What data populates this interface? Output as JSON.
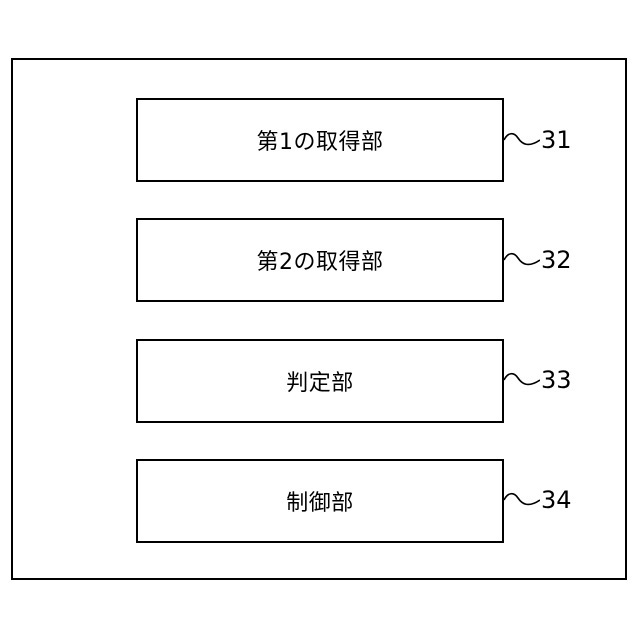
{
  "blocks": [
    {
      "label": "第1の取得部",
      "ref": "31"
    },
    {
      "label": "第2の取得部",
      "ref": "32"
    },
    {
      "label": "判定部",
      "ref": "33"
    },
    {
      "label": "制御部",
      "ref": "34"
    }
  ]
}
